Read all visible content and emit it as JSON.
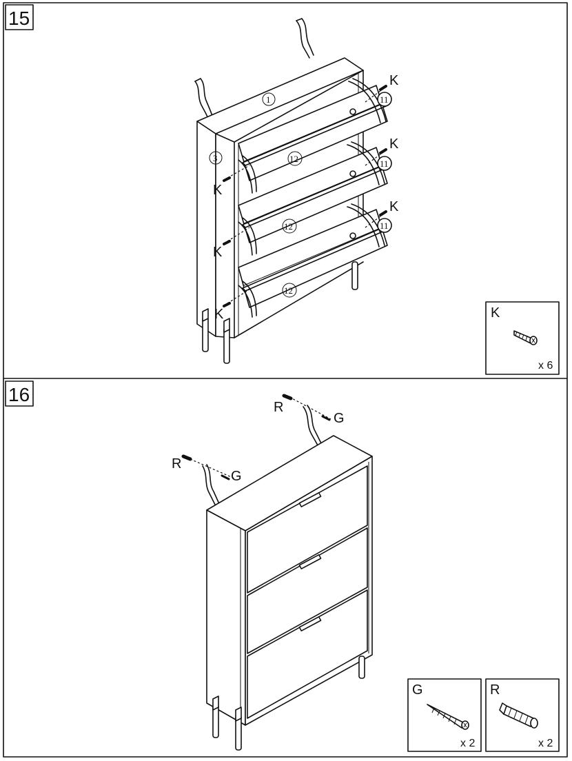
{
  "steps": [
    {
      "number": "15",
      "part_labels": [
        "1",
        "3",
        "12",
        "12",
        "12",
        "11",
        "11",
        "11"
      ],
      "callouts": [
        "K",
        "K",
        "K",
        "K",
        "K",
        "K"
      ],
      "hardware": [
        {
          "letter": "K",
          "quantity": "x 6",
          "icon": "screw-icon"
        }
      ]
    },
    {
      "number": "16",
      "callouts": [
        "R",
        "G",
        "R",
        "G"
      ],
      "hardware": [
        {
          "letter": "G",
          "quantity": "x 2",
          "icon": "wood-screw-icon"
        },
        {
          "letter": "R",
          "quantity": "x 2",
          "icon": "wall-plug-icon"
        }
      ]
    }
  ]
}
